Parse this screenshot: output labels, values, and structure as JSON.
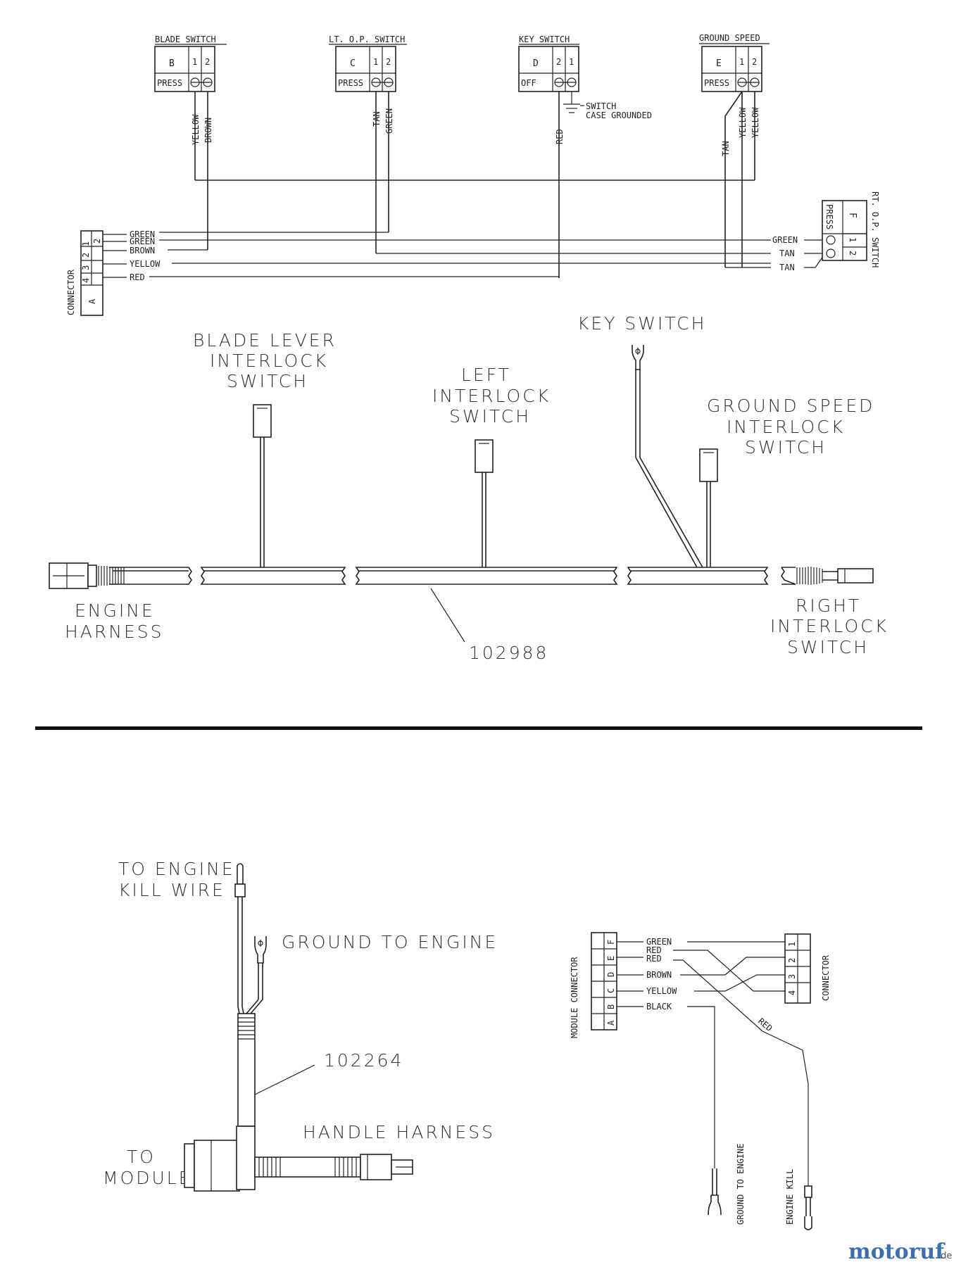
{
  "top_schematic": {
    "switches": [
      {
        "title": "BLADE SWITCH",
        "letter": "B",
        "pins": [
          "1",
          "2"
        ],
        "state": "PRESS",
        "wires": [
          "YELLOW",
          "BROWN"
        ]
      },
      {
        "title": "LT. O.P. SWITCH",
        "letter": "C",
        "pins": [
          "1",
          "2"
        ],
        "state": "PRESS",
        "wires": [
          "TAN",
          "GREEN"
        ]
      },
      {
        "title": "KEY SWITCH",
        "letter": "D",
        "pins": [
          "2",
          "1"
        ],
        "state": "OFF",
        "wires": [
          "RED"
        ]
      },
      {
        "title": "GROUND SPEED",
        "letter": "E",
        "pins": [
          "1",
          "2"
        ],
        "state": "PRESS",
        "wires": [
          "TAN",
          "YELLOW",
          "YELLOW"
        ]
      }
    ],
    "ground_note": [
      "SWITCH",
      "CASE GROUNDED"
    ],
    "connector": {
      "label": "CONNECTOR",
      "letter": "A",
      "pins": [
        "1",
        "2",
        "2",
        "3",
        "4"
      ],
      "wires": [
        "GREEN",
        "GREEN",
        "BROWN",
        "YELLOW",
        "RED"
      ]
    },
    "rt_op_switch": {
      "title": "RT. O.P. SWITCH",
      "letter": "F",
      "state": "PRESS",
      "pins": [
        "1",
        "2"
      ],
      "wires": [
        "GREEN",
        "TAN",
        "TAN"
      ]
    }
  },
  "harness_diagram": {
    "labels": {
      "blade_lever": [
        "BLADE LEVER",
        "INTERLOCK",
        "SWITCH"
      ],
      "left": [
        "LEFT",
        "INTERLOCK",
        "SWITCH"
      ],
      "key": [
        "KEY SWITCH"
      ],
      "ground_speed": [
        "GROUND SPEED",
        "INTERLOCK",
        "SWITCH"
      ],
      "engine": [
        "ENGINE",
        "HARNESS"
      ],
      "right": [
        "RIGHT",
        "INTERLOCK",
        "SWITCH"
      ]
    },
    "part_number": "102988"
  },
  "lower_harness": {
    "labels": {
      "kill": [
        "TO ENGINE",
        "KILL WIRE"
      ],
      "ground": "GROUND TO ENGINE",
      "module": [
        "TO",
        "MODULE"
      ],
      "handle": "HANDLE HARNESS"
    },
    "part_number": "102264"
  },
  "module_wiring": {
    "module_label": "MODULE CONNECTOR",
    "module_pins": [
      "F",
      "E",
      "D",
      "C",
      "B",
      "A"
    ],
    "wires": [
      "GREEN",
      "RED",
      "RED",
      "BROWN",
      "YELLOW",
      "BLACK"
    ],
    "connector_label": "CONNECTOR",
    "connector_pins": [
      "1",
      "2",
      "3",
      "4"
    ],
    "red_label": "RED",
    "ground_label": "GROUND TO ENGINE",
    "kill_label": "ENGINE KILL"
  },
  "watermark": {
    "brand": "motoruf",
    "suffix": ".de",
    "brand_color": "#3a6fb0"
  }
}
